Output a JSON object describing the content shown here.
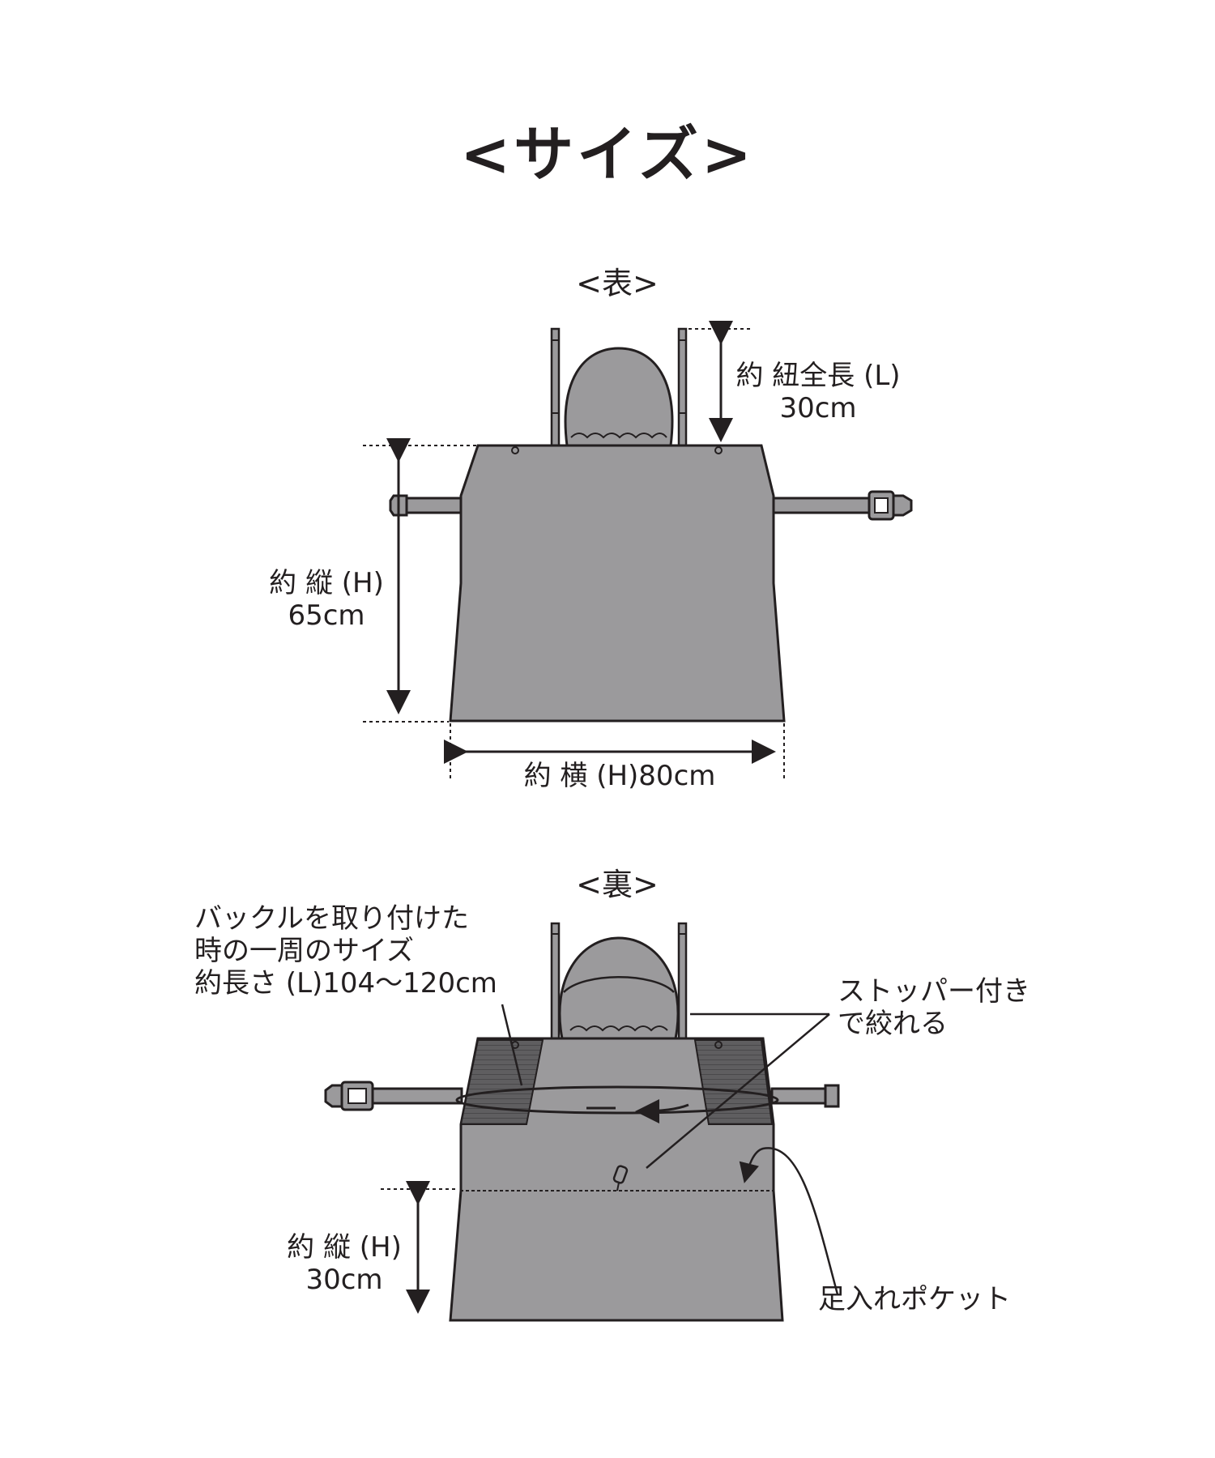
{
  "title": "<サイズ>",
  "front": {
    "heading": "<表>",
    "strap_length_label": "約 紐全長 (L)",
    "strap_length_value": "30cm",
    "height_label": "約 縦 (H)",
    "height_value": "65cm",
    "width_label": "約 横 (H)80cm"
  },
  "back": {
    "heading": "<裏>",
    "buckle_line1": "バックルを取り付けた",
    "buckle_line2": "時の一周のサイズ",
    "buckle_line3": "約長さ (L)104〜120cm",
    "stopper_line1": "ストッパー付き",
    "stopper_line2": "で絞れる",
    "height_label": "約 縦 (H)",
    "height_value": "30cm",
    "pocket_label": "足入れポケット"
  },
  "colors": {
    "panel": "#9b9a9c",
    "outline": "#231f20",
    "dark_panel": "#5c5b5d"
  }
}
